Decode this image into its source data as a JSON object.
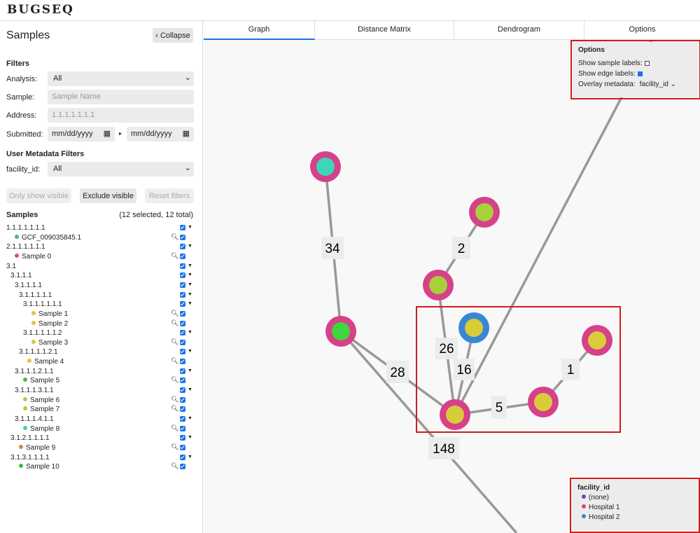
{
  "app": {
    "logo": "BUGSEQ"
  },
  "sidebar": {
    "title": "Samples",
    "collapse_label": "‹ Collapse",
    "filters_heading": "Filters",
    "analysis": {
      "label": "Analysis:",
      "value": "All"
    },
    "sample": {
      "label": "Sample:",
      "placeholder": "Sample Name"
    },
    "address": {
      "label": "Address:",
      "placeholder": "1.1.1.1.1.1.1"
    },
    "submitted": {
      "label": "Submitted:",
      "from": "mm/dd/yyyy",
      "to": "mm/dd/yyyy"
    },
    "user_meta_heading": "User Metadata Filters",
    "facility": {
      "label": "facility_id:",
      "value": "All"
    },
    "buttons": {
      "only_visible": "Only show visible",
      "exclude_visible": "Exclude visible",
      "reset": "Reset filters"
    },
    "samples_heading": "Samples",
    "samples_count": "(12 selected, 12 total)",
    "tree": [
      {
        "text": "1.1.1.1.1.1.1",
        "indent": 0,
        "leaf": false
      },
      {
        "text": "GCF_009035845.1",
        "indent": 1,
        "leaf": true,
        "color": "#3dbf7a"
      },
      {
        "text": "2.1.1.1.1.1.1",
        "indent": 0,
        "leaf": false
      },
      {
        "text": "Sample 0",
        "indent": 1,
        "leaf": true,
        "color": "#e0534a"
      },
      {
        "text": "3.1",
        "indent": 0,
        "leaf": false
      },
      {
        "text": "3.1.1.1",
        "indent": 1,
        "leaf": false
      },
      {
        "text": "3.1.1.1.1",
        "indent": 2,
        "leaf": false
      },
      {
        "text": "3.1.1.1.1.1",
        "indent": 3,
        "leaf": false
      },
      {
        "text": "3.1.1.1.1.1.1",
        "indent": 4,
        "leaf": false
      },
      {
        "text": "Sample 1",
        "indent": 5,
        "leaf": true,
        "color": "#e0c43a"
      },
      {
        "text": "Sample 2",
        "indent": 5,
        "leaf": true,
        "color": "#e0c43a"
      },
      {
        "text": "3.1.1.1.1.1.2",
        "indent": 4,
        "leaf": false
      },
      {
        "text": "Sample 3",
        "indent": 5,
        "leaf": true,
        "color": "#e0c43a"
      },
      {
        "text": "3.1.1.1.1.2.1",
        "indent": 3,
        "leaf": false
      },
      {
        "text": "Sample 4",
        "indent": 4,
        "leaf": true,
        "color": "#e0c43a"
      },
      {
        "text": "3.1.1.1.2.1.1",
        "indent": 2,
        "leaf": false
      },
      {
        "text": "Sample 5",
        "indent": 3,
        "leaf": true,
        "color": "#3dbf3d"
      },
      {
        "text": "3.1.1.1.3.1.1",
        "indent": 2,
        "leaf": false
      },
      {
        "text": "Sample 6",
        "indent": 3,
        "leaf": true,
        "color": "#a8d03a"
      },
      {
        "text": "Sample 7",
        "indent": 3,
        "leaf": true,
        "color": "#a8d03a"
      },
      {
        "text": "3.1.1.1.4.1.1",
        "indent": 2,
        "leaf": false
      },
      {
        "text": "Sample 8",
        "indent": 3,
        "leaf": true,
        "color": "#3ad0c4"
      },
      {
        "text": "3.1.2.1.1.1.1",
        "indent": 1,
        "leaf": false
      },
      {
        "text": "Sample 9",
        "indent": 2,
        "leaf": true,
        "color": "#c8903a"
      },
      {
        "text": "3.1.3.1.1.1.1",
        "indent": 1,
        "leaf": false
      },
      {
        "text": "Sample 10",
        "indent": 2,
        "leaf": true,
        "color": "#3dbf3d"
      }
    ]
  },
  "tabs": [
    "Graph",
    "Distance Matrix",
    "Dendrogram",
    "Options"
  ],
  "options": {
    "heading": "Options",
    "show_sample_labels": {
      "label": "Show sample labels:",
      "checked": false
    },
    "show_edge_labels": {
      "label": "Show edge labels:",
      "checked": true
    },
    "overlay": {
      "label": "Overlay metadata:",
      "value": "facility_id"
    }
  },
  "legend": {
    "title": "facility_id",
    "items": [
      {
        "label": "(none)",
        "color": "#7b3fc9"
      },
      {
        "label": "Hospital 1",
        "color": "#d6418a"
      },
      {
        "label": "Hospital 2",
        "color": "#3a86d6"
      }
    ]
  },
  "graph": {
    "edge_labels": [
      "34",
      "2",
      "26",
      "16",
      "28",
      "1",
      "5",
      "148"
    ],
    "colors": {
      "ring_h1": "#d6418a",
      "ring_h2": "#3a86d6",
      "edge": "#999999"
    }
  }
}
